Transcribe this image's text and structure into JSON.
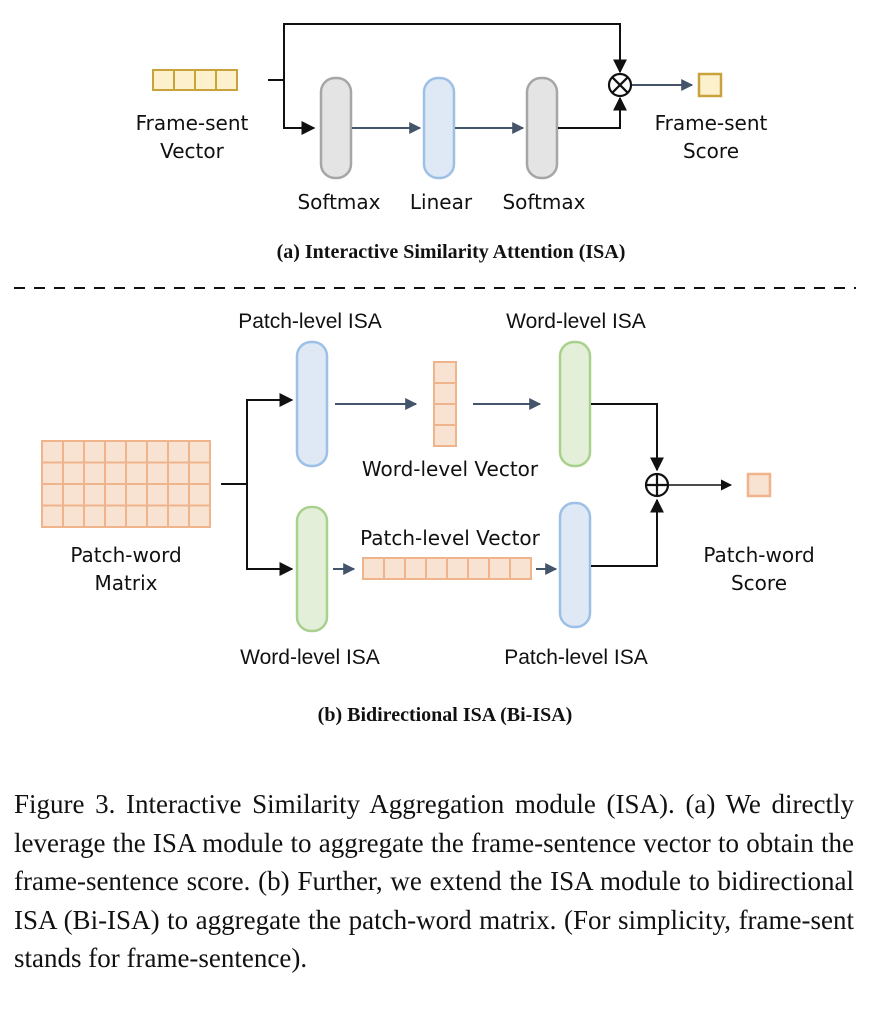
{
  "colors": {
    "softmax_fill": "#e4e4e4",
    "softmax_stroke": "#a6a6a6",
    "linear_fill": "#dfe9f5",
    "linear_stroke": "#9dc0e6",
    "word_isa_fill": "#e3efd8",
    "word_isa_stroke": "#a9d18e",
    "yellow_fill": "#fdf0cc",
    "yellow_stroke": "#c9a23c",
    "orange_fill": "#f8e2d2",
    "orange_stroke": "#f0b48c",
    "flow_arrow": "#44546a",
    "black_line": "#111111"
  },
  "part_a": {
    "input_label_line1": "Frame-sent",
    "input_label_line2": "Vector",
    "input_vector_cells": 4,
    "blocks": [
      {
        "name": "softmax-block-1",
        "label": "Softmax",
        "type": "softmax"
      },
      {
        "name": "linear-block",
        "label": "Linear",
        "type": "linear"
      },
      {
        "name": "softmax-block-2",
        "label": "Softmax",
        "type": "softmax"
      }
    ],
    "operator": "multiply",
    "output_label_line1": "Frame-sent",
    "output_label_line2": "Score",
    "subtitle": "(a) Interactive Similarity Attention (ISA)"
  },
  "part_b": {
    "input_label_line1": "Patch-word",
    "input_label_line2": "Matrix",
    "matrix_rows": 4,
    "matrix_cols": 8,
    "top_branch": {
      "first_block_label": "Patch-level ISA",
      "vector_label": "Word-level Vector",
      "vector_cells": 4,
      "second_block_label": "Word-level ISA"
    },
    "bottom_branch": {
      "first_block_label": "Word-level ISA",
      "vector_label": "Patch-level Vector",
      "vector_cells": 8,
      "second_block_label": "Patch-level ISA"
    },
    "operator": "add",
    "output_label_line1": "Patch-word",
    "output_label_line2": "Score",
    "subtitle": "(b) Bidirectional ISA (Bi-ISA)"
  },
  "caption": "Figure 3. Interactive Similarity Aggregation module (ISA). (a) We directly leverage the ISA module to aggregate the frame-sentence vector to obtain the frame-sentence score. (b) Further, we extend the ISA module to bidirectional ISA (Bi-ISA) to aggregate the patch-word matrix. (For simplicity, frame-sent stands for frame-sentence)."
}
